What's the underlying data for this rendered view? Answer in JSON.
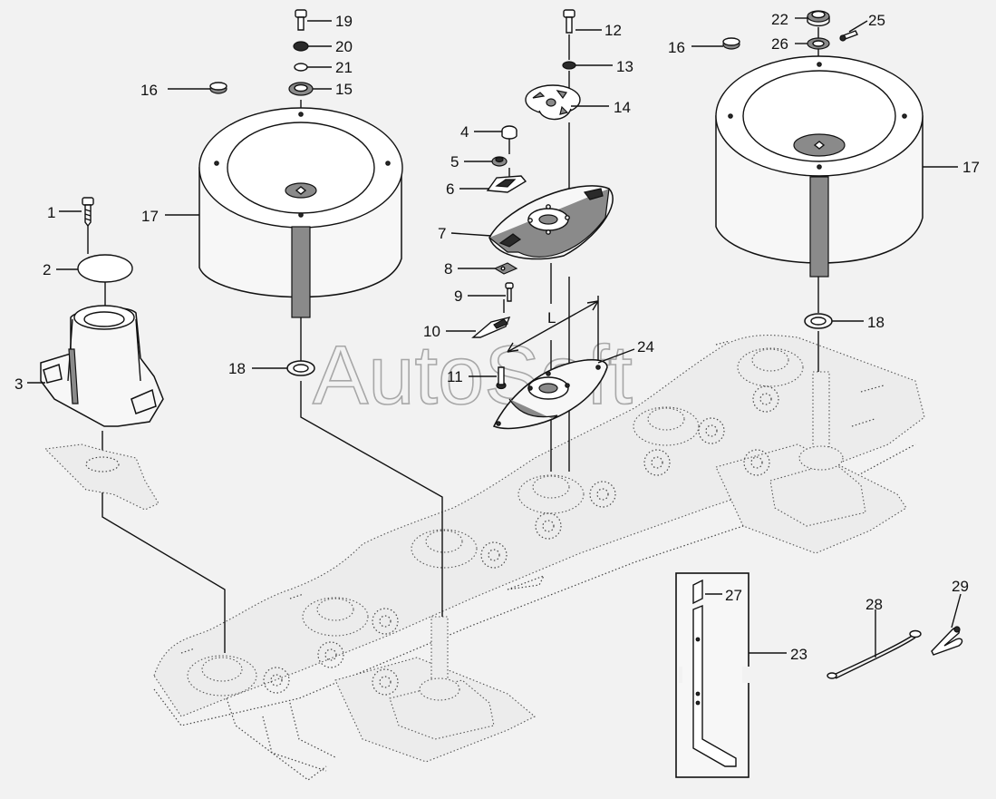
{
  "watermark": "AutoSoft",
  "dimension_label": "L",
  "callouts": [
    {
      "id": "c1",
      "text": "1"
    },
    {
      "id": "c2",
      "text": "2"
    },
    {
      "id": "c3",
      "text": "3"
    },
    {
      "id": "c4",
      "text": "4"
    },
    {
      "id": "c5",
      "text": "5"
    },
    {
      "id": "c6",
      "text": "6"
    },
    {
      "id": "c7",
      "text": "7"
    },
    {
      "id": "c8",
      "text": "8"
    },
    {
      "id": "c9",
      "text": "9"
    },
    {
      "id": "c10",
      "text": "10"
    },
    {
      "id": "c11",
      "text": "11"
    },
    {
      "id": "c12",
      "text": "12"
    },
    {
      "id": "c13",
      "text": "13"
    },
    {
      "id": "c14",
      "text": "14"
    },
    {
      "id": "c15",
      "text": "15"
    },
    {
      "id": "c16a",
      "text": "16"
    },
    {
      "id": "c16b",
      "text": "16"
    },
    {
      "id": "c17a",
      "text": "17"
    },
    {
      "id": "c17b",
      "text": "17"
    },
    {
      "id": "c18a",
      "text": "18"
    },
    {
      "id": "c18b",
      "text": "18"
    },
    {
      "id": "c19",
      "text": "19"
    },
    {
      "id": "c20",
      "text": "20"
    },
    {
      "id": "c21",
      "text": "21"
    },
    {
      "id": "c22",
      "text": "22"
    },
    {
      "id": "c23",
      "text": "23"
    },
    {
      "id": "c24",
      "text": "24"
    },
    {
      "id": "c25",
      "text": "25"
    },
    {
      "id": "c26",
      "text": "26"
    },
    {
      "id": "c27",
      "text": "27"
    },
    {
      "id": "c28",
      "text": "28"
    },
    {
      "id": "c29",
      "text": "29"
    }
  ]
}
